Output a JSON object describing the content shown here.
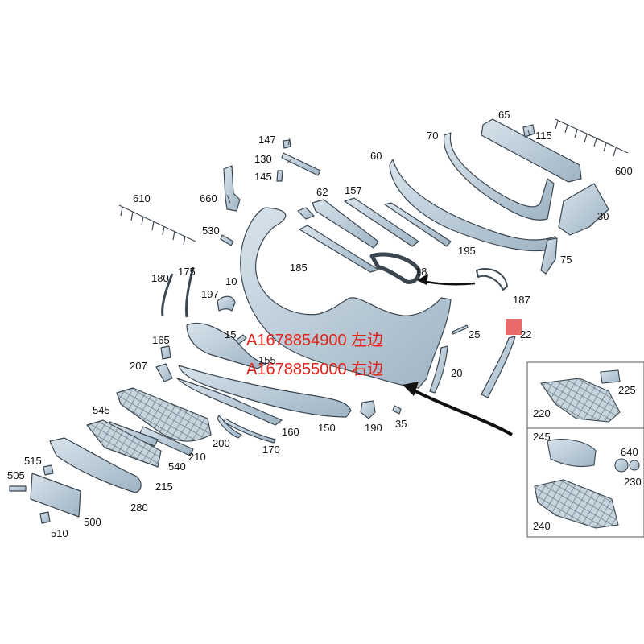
{
  "callouts": {
    "p65": "65",
    "p115": "115",
    "p70": "70",
    "p600": "600",
    "p60": "60",
    "p147": "147",
    "p130": "130",
    "p145": "145",
    "p660": "660",
    "p610": "610",
    "p62": "62",
    "p157": "157",
    "p30": "30",
    "p530": "530",
    "p195": "195",
    "p75": "75",
    "p185": "185",
    "p18": "18",
    "p180": "180",
    "p175": "175",
    "p10": "10",
    "p197": "197",
    "p187": "187",
    "p165": "165",
    "p15": "15",
    "p155": "155",
    "p25": "25",
    "p22": "22",
    "p207": "207",
    "p20": "20",
    "p225": "225",
    "p545": "545",
    "p190": "190",
    "p35": "35",
    "p220": "220",
    "p160": "160",
    "p150": "150",
    "p245": "245",
    "p200": "200",
    "p640": "640",
    "p210": "210",
    "p170": "170",
    "p515": "515",
    "p540": "540",
    "p230": "230",
    "p505": "505",
    "p215": "215",
    "p280": "280",
    "p240": "240",
    "p500": "500",
    "p510": "510"
  },
  "annotations": {
    "left_part": "A1678854900 左边",
    "right_part": "A1678855000 右边"
  },
  "colors": {
    "part_fill": "#b9cbd8",
    "part_stroke": "#3b4650",
    "annotation_red": "#e2231a",
    "marker_red": "#e96a6a"
  }
}
